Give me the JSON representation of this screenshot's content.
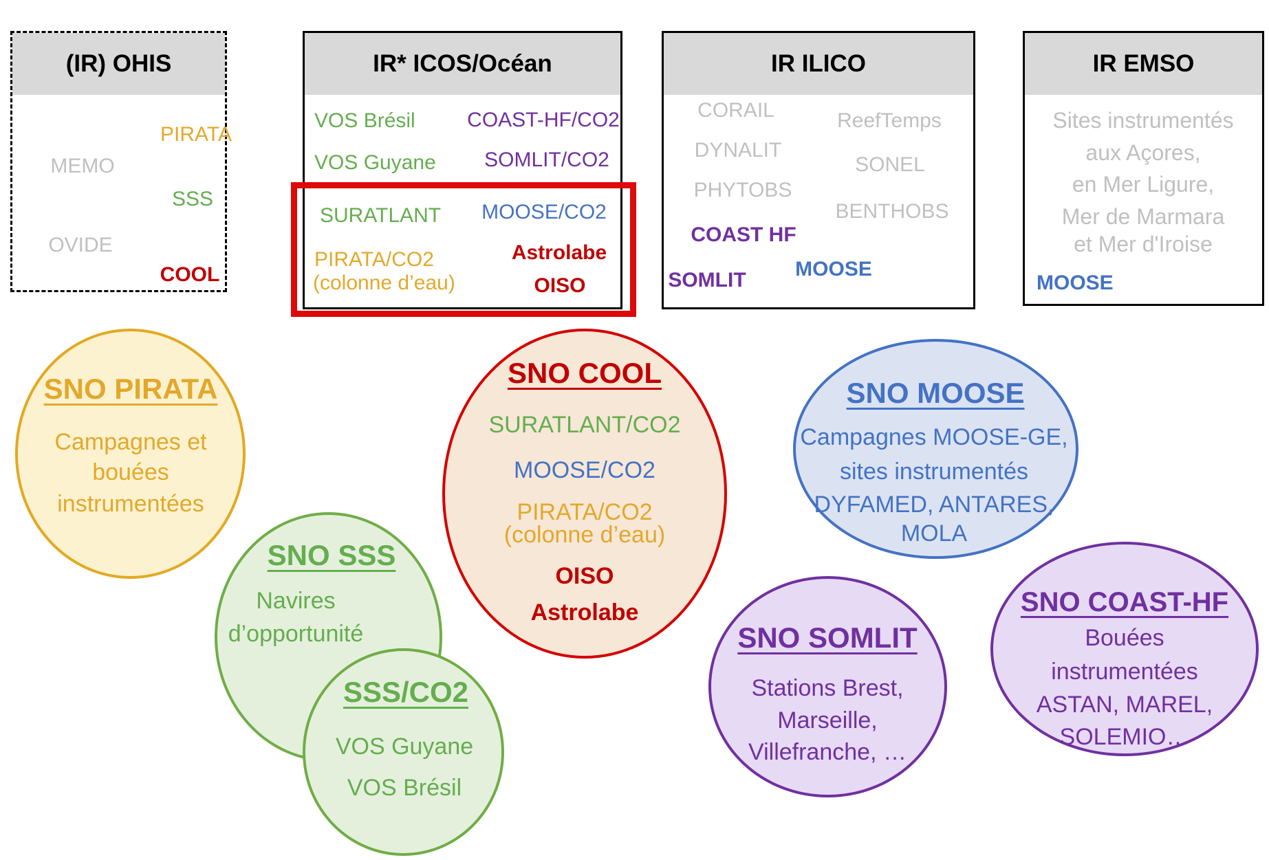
{
  "palette": {
    "yellow": "#E3A82B",
    "yellow_fill": "#FCF2CF",
    "yellow_border": "#E2A922",
    "green": "#65AD4F",
    "green_border": "#70AD47",
    "green_fill": "#E4F0DC",
    "red": "#C00000",
    "red_highlight": "#DE0909",
    "red_fill": "#F7E7D7",
    "blue": "#4472C4",
    "blue_fill": "#DBE3F3",
    "purple": "#7030A0",
    "purple_fill": "#E7DAF5",
    "gray_text": "#C0C0C0",
    "header_bg": "#D9D9D9"
  },
  "boxes": {
    "ohis": {
      "title": "(IR) OHIS",
      "items": {
        "pirata": "PIRATA",
        "memo": "MEMO",
        "sss": "SSS",
        "ovide": "OVIDE",
        "cool": "COOL"
      }
    },
    "icos": {
      "title": "IR* ICOS/Océan",
      "items": {
        "vos_bresil": "VOS Brésil",
        "coast_hf_co2": "COAST-HF/CO2",
        "vos_guyane": "VOS Guyane",
        "somlit_co2": "SOMLIT/CO2",
        "suratlant": "SURATLANT",
        "moose_co2": "MOOSE/CO2",
        "pirata_co2": "PIRATA/CO2",
        "pirata_co2_sub": "(colonne d’eau)",
        "astrolabe": "Astrolabe",
        "oiso": "OISO"
      }
    },
    "ilico": {
      "title": "IR ILICO",
      "items": {
        "corail": "CORAIL",
        "reeftemps": "ReefTemps",
        "dynalit": "DYNALIT",
        "sonel": "SONEL",
        "phytobs": "PHYTOBS",
        "benthobs": "BENTHOBS",
        "coast_hf": "COAST HF",
        "somlit": "SOMLIT",
        "moose": "MOOSE"
      }
    },
    "emso": {
      "title": "IR EMSO",
      "lines": {
        "l1": "Sites instrumentés",
        "l2": "aux Açores,",
        "l3": "en Mer Ligure,",
        "l4": "Mer de Marmara",
        "l5": "et Mer d'Iroise"
      },
      "moose": "MOOSE"
    }
  },
  "circles": {
    "pirata": {
      "title": "SNO PIRATA",
      "lines": {
        "l1": "Campagnes et",
        "l2": "bouées",
        "l3": "instrumentées"
      }
    },
    "sss": {
      "title": "SNO SSS",
      "lines": {
        "l1": "Navires",
        "l2": "d’opportunité"
      }
    },
    "sss_co2": {
      "title": "SSS/CO2",
      "lines": {
        "l1": "VOS Guyane",
        "l2": "VOS Brésil"
      }
    },
    "cool": {
      "title": "SNO COOL",
      "items": {
        "suratlant": "SURATLANT/CO2",
        "moose": "MOOSE/CO2",
        "pirata": "PIRATA/CO2",
        "pirata_sub": "(colonne d’eau)",
        "oiso": "OISO",
        "astrolabe": "Astrolabe"
      }
    },
    "moose": {
      "title": "SNO MOOSE",
      "lines": {
        "l1": "Campagnes MOOSE-GE,",
        "l2": "sites instrumentés",
        "l3": "DYFAMED, ANTARES,",
        "l4": "MOLA"
      }
    },
    "somlit": {
      "title": "SNO SOMLIT",
      "lines": {
        "l1": "Stations Brest,",
        "l2": "Marseille,",
        "l3": "Villefranche, …"
      }
    },
    "coast_hf": {
      "title": "SNO COAST-HF",
      "lines": {
        "l1": "Bouées",
        "l2": "instrumentées",
        "l3": "ASTAN, MAREL,",
        "l4": "SOLEMIO…"
      }
    }
  }
}
